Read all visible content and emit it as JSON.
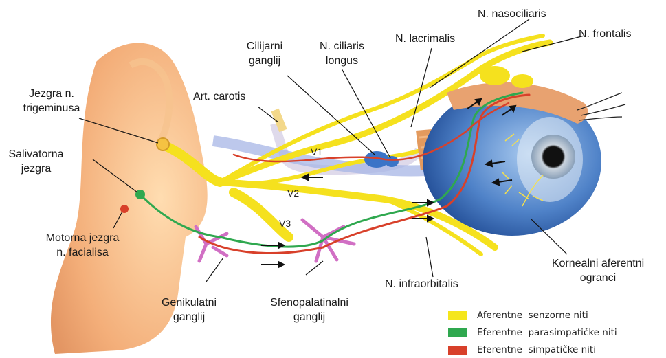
{
  "labels": {
    "trigeminus": "Jezgra n.\ntrigeminusa",
    "salivatorna": "Salivatorna\njezgra",
    "motorna": "Motorna jezgra\nn. facialisa",
    "carotis": "Art. carotis",
    "cilijarni": "Cilijarni\nganglij",
    "ciliaris_longus": "N. ciliaris\nlongus",
    "lacrimalis": "N. lacrimalis",
    "nasociliaris": "N. nasociliaris",
    "frontalis": "N. frontalis",
    "genikulatni": "Genikulatni\nganglij",
    "sfenopalatinalni": "Sfenopalatinalni\nganglij",
    "infraorbitalis": "N. infraorbitalis",
    "kornealni": "Kornealni aferentni\nogranci"
  },
  "branches": {
    "v1": "V1",
    "v2": "V2",
    "v3": "V3"
  },
  "legend": [
    {
      "label": "Aferentne  senzorne niti",
      "color": "#f5e61c"
    },
    {
      "label": "Eferentne  parasimpatičke niti",
      "color": "#2fa84f"
    },
    {
      "label": "Eferentne  simpatičke niti",
      "color": "#d8402a"
    }
  ]
}
